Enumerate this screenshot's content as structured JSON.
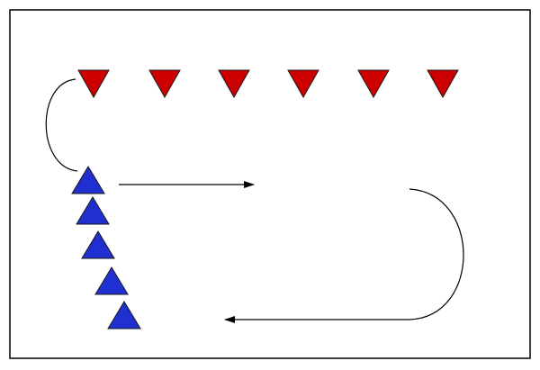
{
  "diagram": {
    "colors": {
      "background": "#ffffff",
      "frame": "#000000",
      "red_cone": "#cc0000",
      "blue_cone": "#1f2fd0",
      "cone_outline": "#1a1a1a",
      "path": "#000000"
    },
    "red_cones": {
      "count": 6,
      "shape": "downward-triangle-icon"
    },
    "blue_cones": {
      "count": 5,
      "shape": "upward-triangle-icon"
    },
    "paths": [
      {
        "name": "curve-left",
        "arrowhead": false
      },
      {
        "name": "arrow-right",
        "arrowhead": true
      },
      {
        "name": "curve-right",
        "arrowhead": false
      },
      {
        "name": "arrow-left",
        "arrowhead": true
      }
    ]
  }
}
